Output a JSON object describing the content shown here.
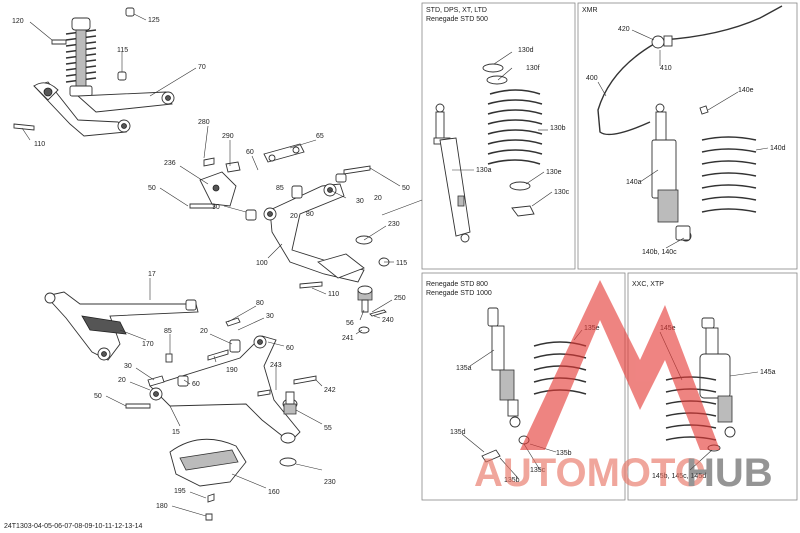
{
  "diagram_code": "24T1303-04-05-06-07-08-09-10-11-12-13-14",
  "panels": {
    "std": {
      "title_line1": "STD, DPS, XT, LTD",
      "title_line2": "Renegade STD 500"
    },
    "xmr": {
      "title_line1": "XMR"
    },
    "renegade": {
      "title_line1": "Renegade STD 800",
      "title_line2": "Renegade STD 1000"
    },
    "xxc": {
      "title_line1": "XXC, XTP"
    }
  },
  "labels": {
    "upper": [
      "120",
      "125",
      "115",
      "70",
      "110",
      "280",
      "290",
      "236",
      "60",
      "65",
      "85",
      "50",
      "30",
      "20",
      "80",
      "30",
      "20",
      "50",
      "230",
      "100",
      "115",
      "110",
      "250",
      "56",
      "240",
      "241"
    ],
    "lower": [
      "17",
      "170",
      "80",
      "30",
      "85",
      "20",
      "60",
      "30",
      "20",
      "60",
      "50",
      "190",
      "243",
      "242",
      "15",
      "55",
      "230",
      "160",
      "195",
      "180"
    ],
    "std": [
      "130d",
      "130f",
      "130b",
      "130a",
      "130e",
      "130c"
    ],
    "xmr": [
      "420",
      "410",
      "400",
      "140e",
      "140d",
      "140a",
      "140b, 140c"
    ],
    "renegade": [
      "135e",
      "135a",
      "135d",
      "135b",
      "135c",
      "135b"
    ],
    "xxc": [
      "145e",
      "145a",
      "145b, 145c, 145d"
    ]
  },
  "watermark": {
    "text_left": "AUTOMOTO",
    "text_right": "HUB",
    "color_left": "#e87060",
    "color_right": "#555555",
    "logo_color": "#e53935"
  }
}
